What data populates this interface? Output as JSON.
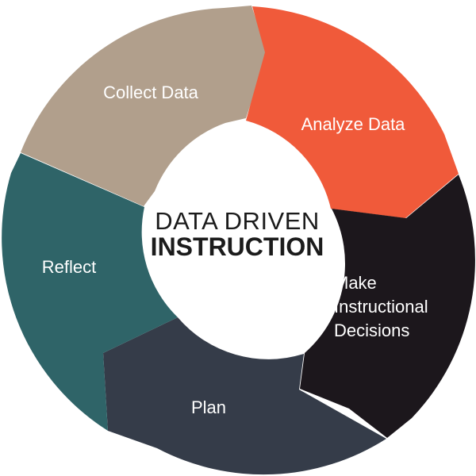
{
  "center": {
    "line1": "DATA DRIVEN",
    "line2": "INSTRUCTION"
  },
  "segments": [
    {
      "id": "collect-data",
      "label_lines": [
        "Collect Data"
      ],
      "color": "#b19f8c"
    },
    {
      "id": "analyze-data",
      "label_lines": [
        "Analyze Data"
      ],
      "color": "#f05a3a"
    },
    {
      "id": "make-instructional-decisions",
      "label_lines": [
        "Make",
        "Instructional",
        "Decisions"
      ],
      "color": "#1c171c"
    },
    {
      "id": "plan",
      "label_lines": [
        "Plan"
      ],
      "color": "#353c49"
    },
    {
      "id": "reflect",
      "label_lines": [
        "Reflect"
      ],
      "color": "#2f6468"
    }
  ]
}
